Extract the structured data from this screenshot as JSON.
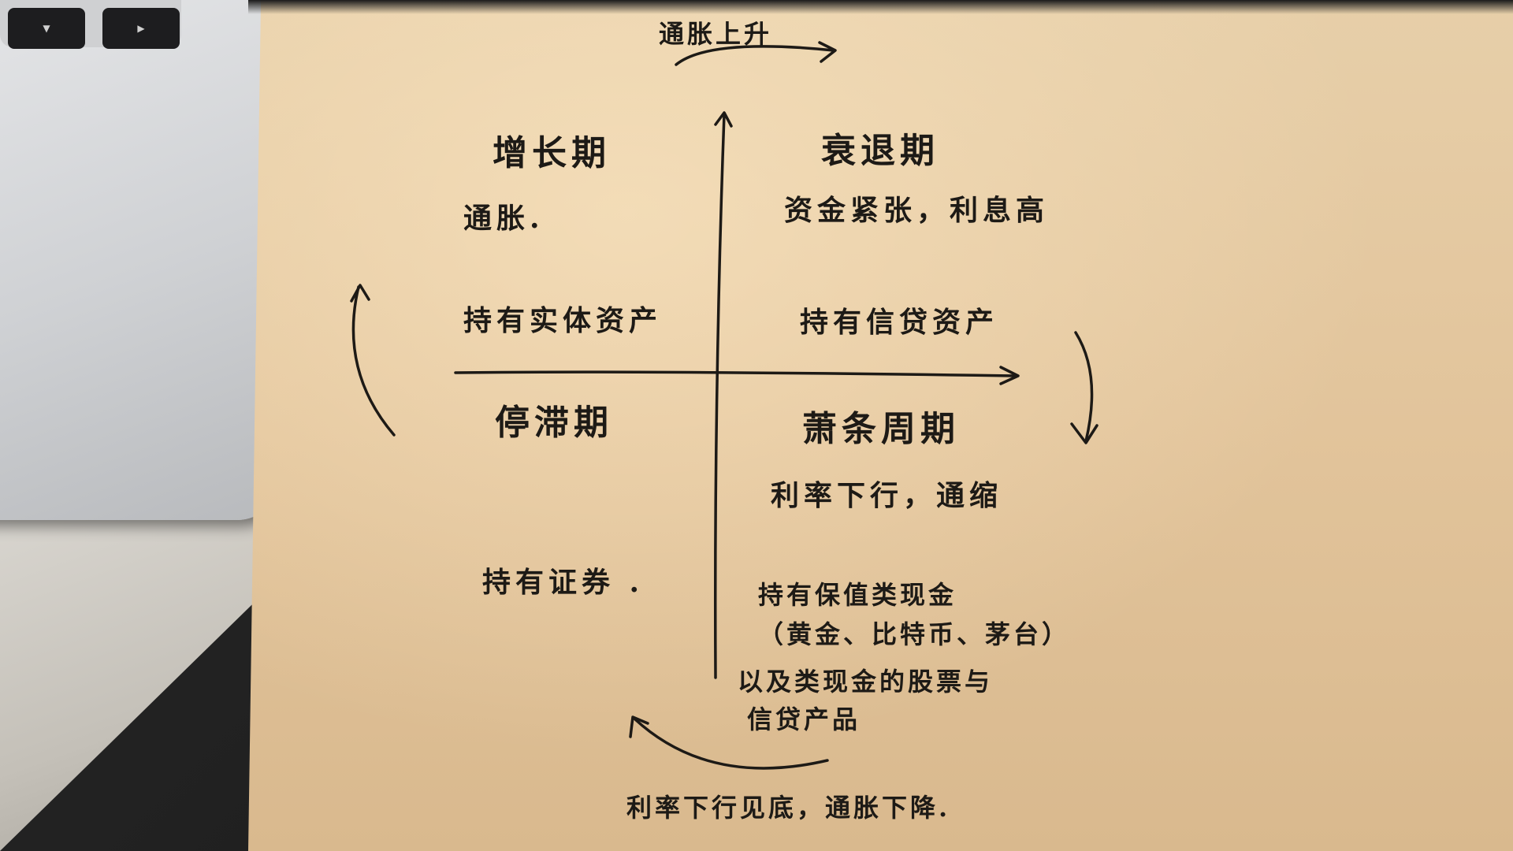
{
  "device": {
    "key_down": "▼",
    "key_right": "▶"
  },
  "diagram": {
    "top_label": "通胀上升",
    "bottom_label": "利率下行见底，通胀下降.",
    "quadrants": {
      "top_left": {
        "title": "增长期",
        "desc": "通胀.",
        "hold": "持有实体资产"
      },
      "top_right": {
        "title": "衰退期",
        "desc": "资金紧张，利息高",
        "hold": "持有信贷资产"
      },
      "bottom_left": {
        "title": "停滞期",
        "hold": "持有证券 ."
      },
      "bottom_right": {
        "title": "萧条周期",
        "desc": "利率下行，通缩",
        "hold_1": "持有保值类现金",
        "hold_2": "（黄金、比特币、茅台）",
        "hold_3": "以及类现金的股票与",
        "hold_4": "信贷产品"
      }
    },
    "ink_color": "#1d1a16"
  }
}
